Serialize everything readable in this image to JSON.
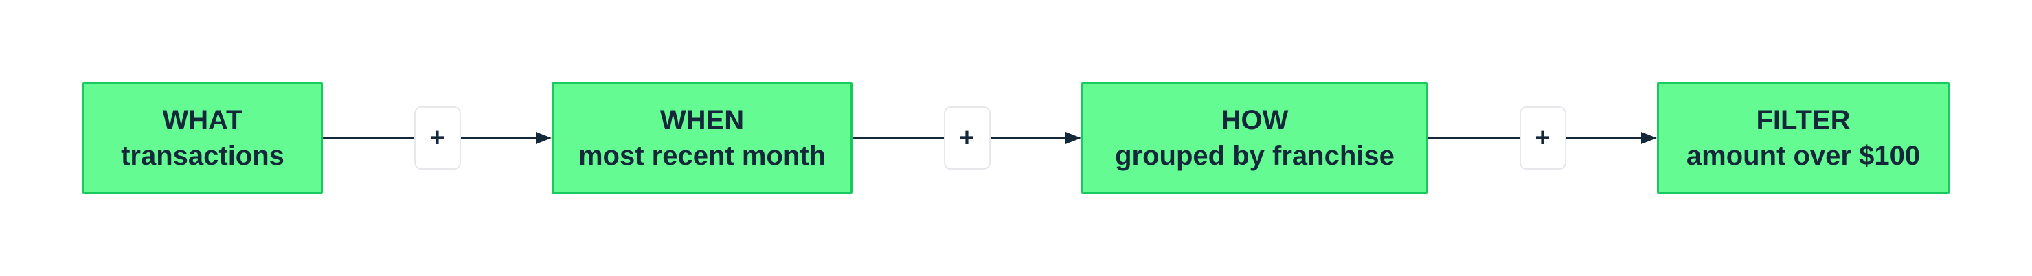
{
  "diagram": {
    "steps": [
      {
        "label": "WHAT",
        "value": "transactions"
      },
      {
        "label": "WHEN",
        "value": "most recent month"
      },
      {
        "label": "HOW",
        "value": "grouped by franchise"
      },
      {
        "label": "FILTER",
        "value": "amount over $100"
      }
    ],
    "plus_label": "+",
    "colors": {
      "box_fill": "#63fb92",
      "box_border": "#18c95d",
      "text": "#14283a",
      "arrow": "#14283a",
      "plus_button_border": "#e6e8ec",
      "background": "#ffffff"
    }
  }
}
